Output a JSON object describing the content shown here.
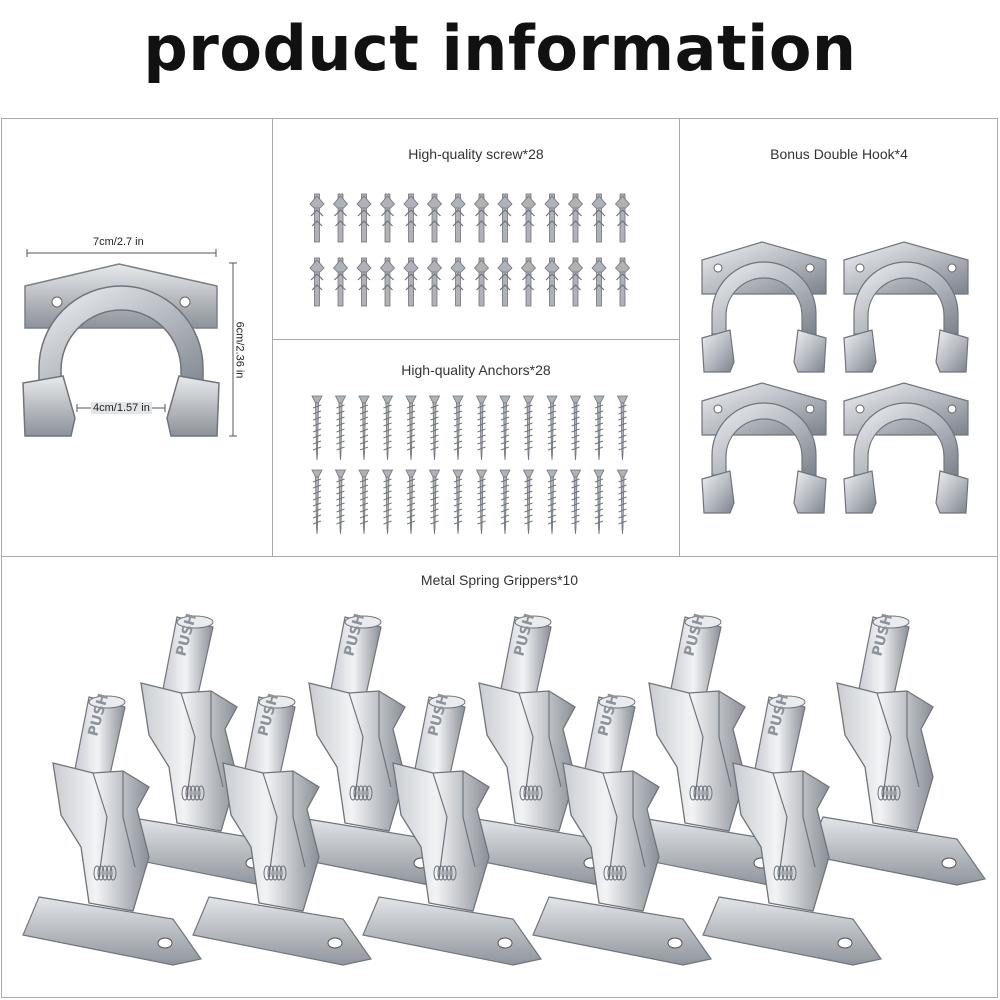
{
  "page": {
    "title": "product information"
  },
  "panels": {
    "hook_dims": {
      "width_label": "7cm/2.7 in",
      "height_label": "6cm/2.36 in",
      "inner_label": "4cm/1.57 in"
    },
    "screws": {
      "caption": "High-quality screw*28",
      "count": 28
    },
    "anchors": {
      "caption": "High-quality Anchors*28",
      "count": 28
    },
    "double_hooks": {
      "caption": "Bonus Double Hook*4",
      "count": 4
    },
    "grippers": {
      "caption": "Metal Spring Grippers*10",
      "count": 10,
      "stamp": "PUSH"
    }
  },
  "colors": {
    "metal_light": "#dcdfe3",
    "metal_mid": "#aeb3ba",
    "metal_dark": "#6f757d",
    "border": "#aaaaaa"
  }
}
